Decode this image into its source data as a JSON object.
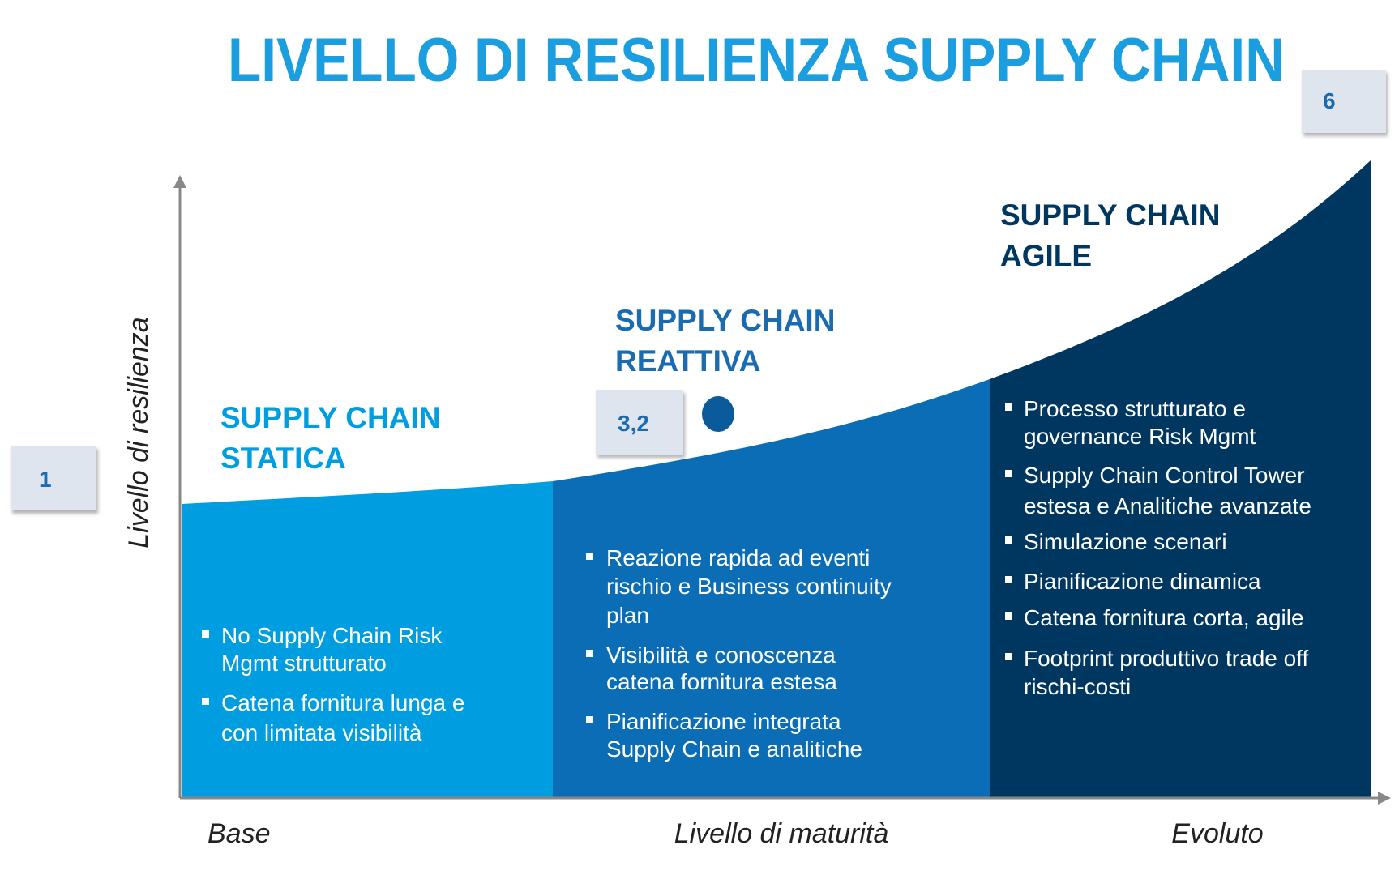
{
  "title": "LIVELLO DI RESILIENZA SUPPLY CHAIN",
  "colors": {
    "static": "#009de0",
    "reactive": "#0a6db5",
    "agile": "#003760",
    "title": "#1a9ee0"
  },
  "markers": {
    "low": "1",
    "current": "3,2",
    "high": "6"
  },
  "axes": {
    "y_label": "Livello di resilienza",
    "x_label": "Livello di maturità",
    "x_start": "Base",
    "x_end": "Evoluto"
  },
  "stages": [
    {
      "line1": "SUPPLY CHAIN",
      "line2": "STATICA",
      "bullets": [
        "No Supply Chain Risk",
        "Mgmt strutturato",
        "Catena fornitura lunga e",
        "con limitata visibilità"
      ]
    },
    {
      "line1": "SUPPLY CHAIN",
      "line2": "REATTIVA",
      "bullets": [
        "Reazione rapida ad eventi",
        "rischio e Business continuity",
        "plan",
        "Visibilità e conoscenza",
        "catena fornitura estesa",
        "Pianificazione integrata",
        "Supply Chain e analitiche"
      ]
    },
    {
      "line1": "SUPPLY CHAIN",
      "line2": "AGILE",
      "bullets": [
        "Processo strutturato e",
        "governance Risk Mgmt",
        "Supply Chain Control Tower",
        "estesa e Analitiche avanzate",
        "Simulazione scenari",
        "Pianificazione dinamica",
        "Catena fornitura corta, agile",
        "Footprint produttivo trade off",
        "rischi-costi"
      ]
    }
  ]
}
